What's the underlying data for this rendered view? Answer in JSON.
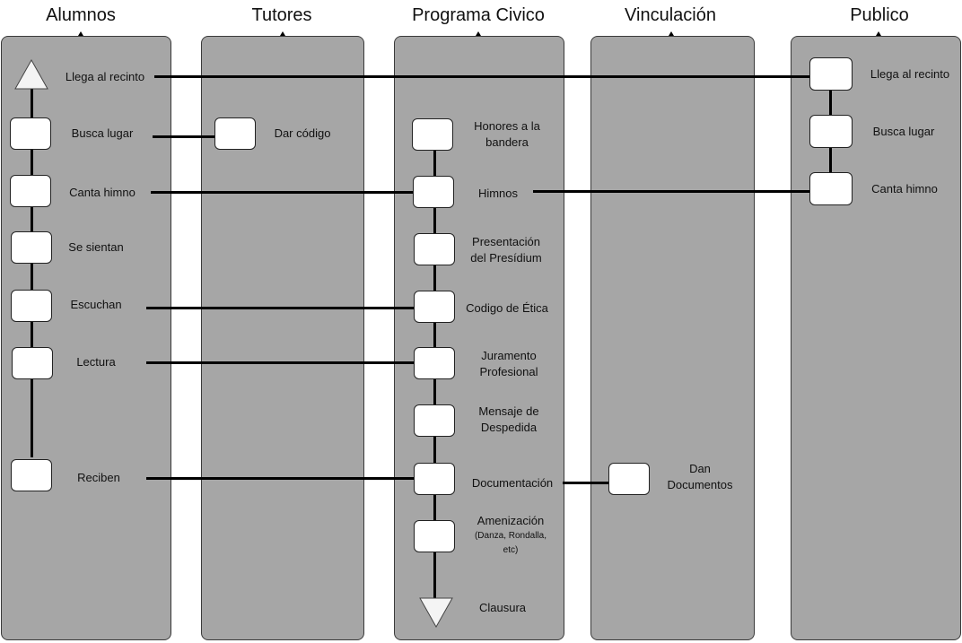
{
  "lanes": {
    "alumnos": "Alumnos",
    "tutores": "Tutores",
    "programa": "Programa Civico",
    "vinculacion": "Vinculación",
    "publico": "Publico"
  },
  "alumnos": {
    "llega": "Llega al recinto",
    "busca": "Busca lugar",
    "canta": "Canta himno",
    "sientan": "Se sientan",
    "escuchan": "Escuchan",
    "lectura": "Lectura",
    "reciben": "Reciben"
  },
  "tutores": {
    "dar": "Dar código"
  },
  "programa": {
    "honores_1": "Honores a la",
    "honores_2": "bandera",
    "himnos": "Himnos",
    "presentacion_1": "Presentación",
    "presentacion_2": "del Presídium",
    "codigo": "Codigo de Ética",
    "juramento_1": "Juramento",
    "juramento_2": "Profesional",
    "mensaje_1": "Mensaje de",
    "mensaje_2": "Despedida",
    "documentacion": "Documentación",
    "amenizacion_1": "Amenización",
    "amenizacion_2": "(Danza, Rondalla,",
    "amenizacion_3": "etc)",
    "clausura": "Clausura"
  },
  "vinculacion": {
    "dan_1": "Dan",
    "dan_2": "Documentos"
  },
  "publico": {
    "llega": "Llega al recinto",
    "busca": "Busca lugar",
    "canta": "Canta himno"
  }
}
